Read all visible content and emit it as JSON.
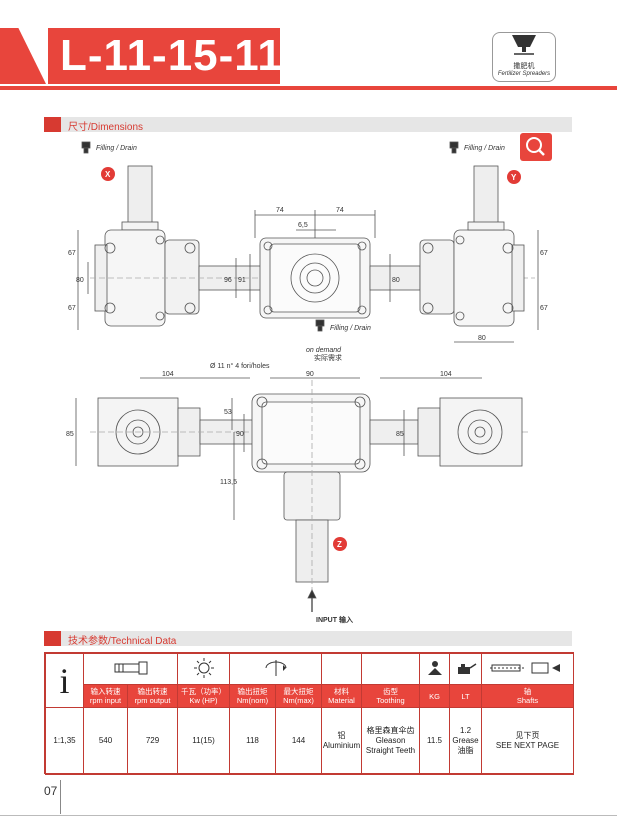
{
  "header": {
    "title": "L-11-15-11"
  },
  "badge": {
    "cn": "撒肥机",
    "en": "Fertilizer Spreaders"
  },
  "sections": {
    "dimensions": "尺寸/Dimensions",
    "technical": "技术参数/Technical Data"
  },
  "drawing": {
    "filling_drain": "Filling / Drain",
    "on_demand": "on demand",
    "on_demand_cn": "实际需求",
    "holes": "Ø 11 n° 4 fori/holes",
    "input": "INPUT 输入",
    "labels": {
      "x": "X",
      "y": "Y",
      "z": "Z"
    },
    "dims": {
      "d74a": "74",
      "d74b": "74",
      "d65": "6,5",
      "d67a": "67",
      "d80a": "80",
      "d67b": "67",
      "d96": "96",
      "d91": "91",
      "d80b": "80",
      "d67c": "67",
      "d67d": "67",
      "d80c": "80",
      "d104a": "104",
      "d90a": "90",
      "d104b": "104",
      "d53": "53",
      "d85a": "85",
      "d90b": "90",
      "d85b": "85",
      "d1135": "113,5"
    }
  },
  "table": {
    "ratio_symbol": "i",
    "headers": [
      {
        "cn": "输入转速",
        "en": "rpm input"
      },
      {
        "cn": "输出转速",
        "en": "rpm output"
      },
      {
        "cn": "千瓦（功率）",
        "en": "Kw (HP)"
      },
      {
        "cn": "输出扭矩",
        "en": "Nm(nom)"
      },
      {
        "cn": "最大扭矩",
        "en": "Nm(max)"
      },
      {
        "cn": "材料",
        "en": "Material"
      },
      {
        "cn": "齿型",
        "en": "Toothing"
      },
      {
        "cn": "",
        "en": "KG"
      },
      {
        "cn": "",
        "en": "LT"
      },
      {
        "cn": "轴",
        "en": "Shafts"
      }
    ],
    "values": {
      "ratio": "1:1,35",
      "rpm_input": "540",
      "rpm_output": "729",
      "kw": "11(15)",
      "nm_nom": "118",
      "nm_max": "144",
      "material_cn": "铝",
      "material_en": "Aluminium",
      "toothing_cn": "格里森直伞齿",
      "toothing_en1": "Gleason",
      "toothing_en2": "Straight Teeth",
      "kg": "11.5",
      "lt": "1.2",
      "lt_en": "Grease",
      "lt_cn": "油脂",
      "shafts_cn": "见下页",
      "shafts_en": "SEE NEXT PAGE"
    }
  },
  "page": {
    "number": "07"
  }
}
